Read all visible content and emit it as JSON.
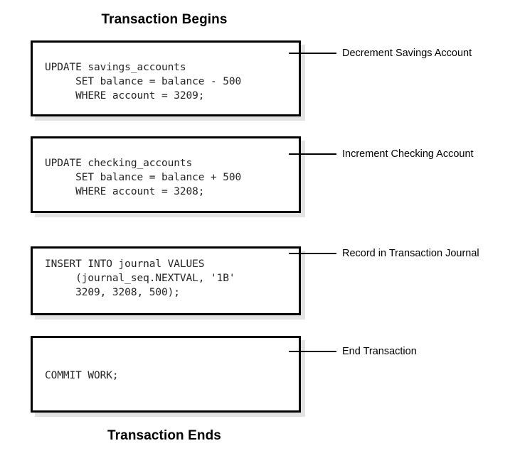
{
  "diagram": {
    "title_top": "Transaction Begins",
    "title_bottom": "Transaction Ends",
    "steps": [
      {
        "code": "UPDATE savings_accounts\n     SET balance = balance - 500\n     WHERE account = 3209;",
        "label": "Decrement Savings Account"
      },
      {
        "code": "UPDATE checking_accounts\n     SET balance = balance + 500\n     WHERE account = 3208;",
        "label": "Increment Checking Account"
      },
      {
        "code": "INSERT INTO journal VALUES\n     (journal_seq.NEXTVAL, '1B'\n     3209, 3208, 500);",
        "label": "Record in Transaction Journal"
      },
      {
        "code": "COMMIT WORK;",
        "label": "End Transaction"
      }
    ],
    "colors": {
      "text": "#000000",
      "code_text": "#262626",
      "box_border": "#000000",
      "box_shadow": "#e3e3e3",
      "background": "#ffffff"
    }
  }
}
